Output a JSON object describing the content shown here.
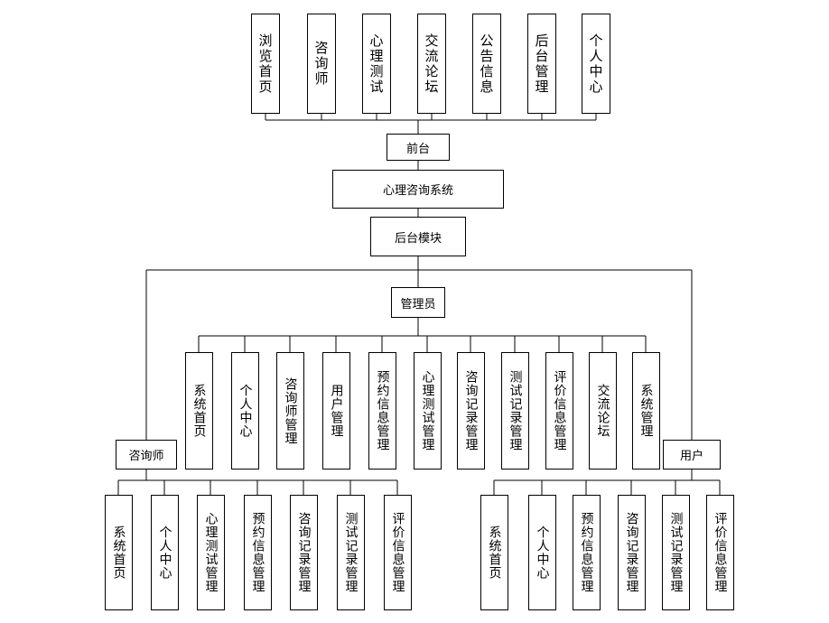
{
  "diagram": {
    "frontend_modules": [
      "浏览首页",
      "咨询师",
      "心理测试",
      "交流论坛",
      "公告信息",
      "后台管理",
      "个人中心"
    ],
    "frontend": "前台",
    "system": "心理咨询系统",
    "backend": "后台模块",
    "admin": "管理员",
    "admin_modules": [
      "系统首页",
      "个人中心",
      "咨询师管理",
      "用户管理",
      "预约信息管理",
      "心理测试管理",
      "咨询记录管理",
      "测试记录管理",
      "评价信息管理",
      "交流论坛",
      "系统管理"
    ],
    "counselor": "咨询师",
    "counselor_modules": [
      "系统首页",
      "个人中心",
      "心理测试管理",
      "预约信息管理",
      "咨询记录管理",
      "测试记录管理",
      "评价信息管理"
    ],
    "user": "用户",
    "user_modules": [
      "系统首页",
      "个人中心",
      "预约信息管理",
      "咨询记录管理",
      "测试记录管理",
      "评价信息管理"
    ]
  }
}
